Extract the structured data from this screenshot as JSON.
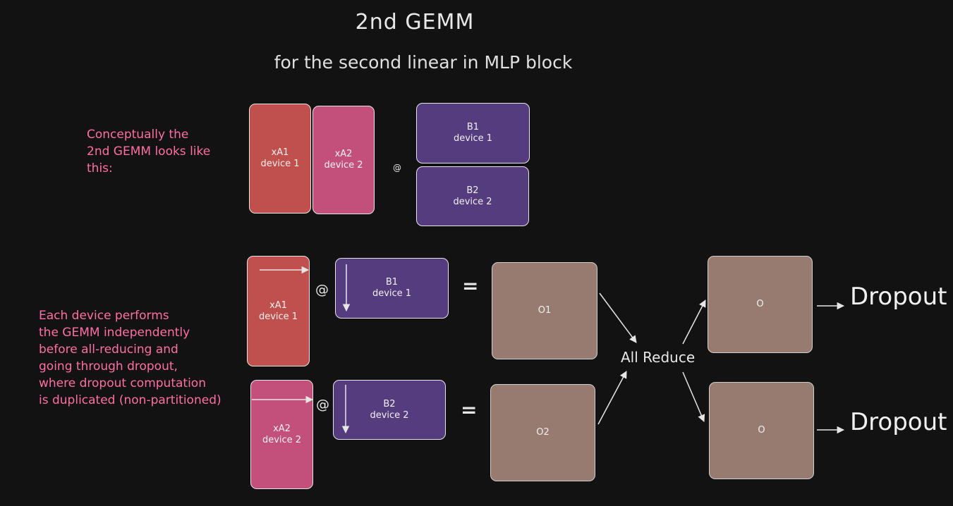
{
  "title": "2nd GEMM",
  "subtitle": "for the second linear in MLP block",
  "notes": {
    "conceptual": "Conceptually the\n2nd GEMM looks like\nthis:",
    "per_device": "Each device performs\nthe GEMM independently\nbefore all-reducing and\ngoing through dropout,\nwhere dropout computation\nis duplicated (non-partitioned)"
  },
  "concept": {
    "xa1": {
      "name": "xA1",
      "device": "device 1"
    },
    "xa2": {
      "name": "xA2",
      "device": "device 2"
    },
    "at": "@",
    "b1": {
      "name": "B1",
      "device": "device 1"
    },
    "b2": {
      "name": "B2",
      "device": "device 2"
    }
  },
  "row1": {
    "xa": {
      "name": "xA1",
      "device": "device 1"
    },
    "at": "@",
    "b": {
      "name": "B1",
      "device": "device 1"
    },
    "eq": "=",
    "out": "O1",
    "final": "O",
    "dropout": "Dropout"
  },
  "row2": {
    "xa": {
      "name": "xA2",
      "device": "device 2"
    },
    "at": "@",
    "b": {
      "name": "B2",
      "device": "device 2"
    },
    "eq": "=",
    "out": "O2",
    "final": "O",
    "dropout": "Dropout"
  },
  "all_reduce": "All Reduce",
  "colors": {
    "background": "#121212",
    "note_text": "#ff6fa3",
    "xa1_fill": "#c0504d",
    "xa2_fill": "#c2507a",
    "b_fill": "#553c7f",
    "output_fill": "#987b70",
    "stroke": "#e6e6e6"
  }
}
